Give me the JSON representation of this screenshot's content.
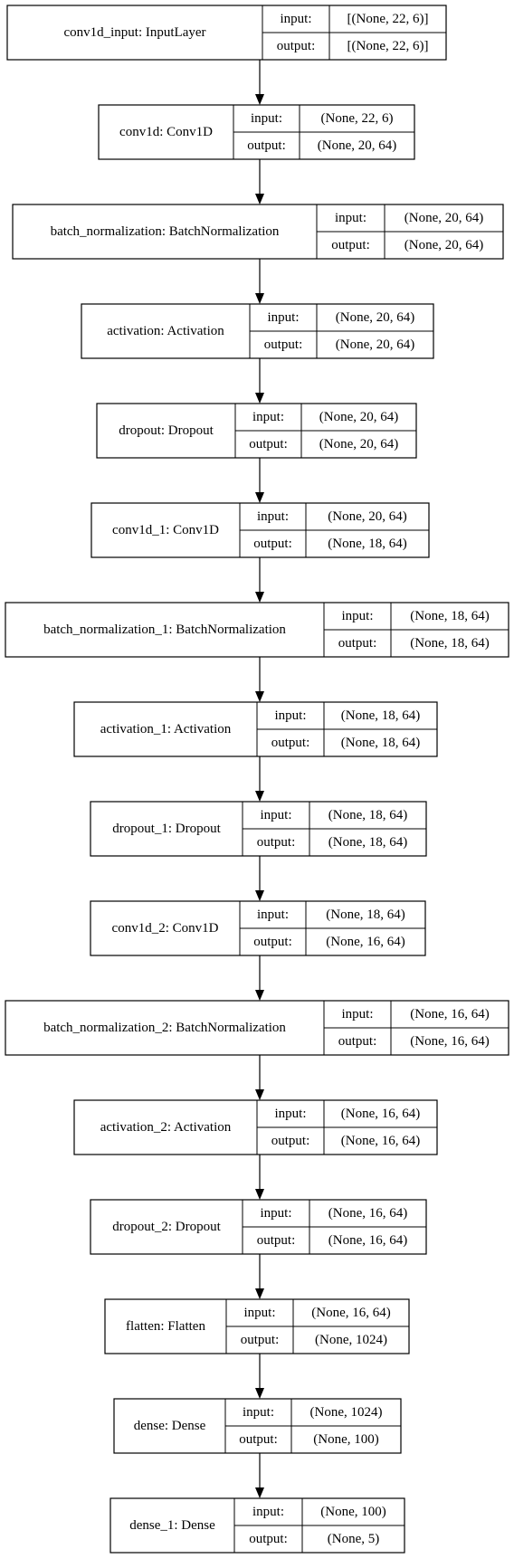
{
  "io_labels": {
    "input": "input:",
    "output": "output:"
  },
  "layers": [
    {
      "name": "conv1d_input: InputLayer",
      "input": "[(None, 22, 6)]",
      "output": "[(None, 22, 6)]"
    },
    {
      "name": "conv1d: Conv1D",
      "input": "(None, 22, 6)",
      "output": "(None, 20, 64)"
    },
    {
      "name": "batch_normalization: BatchNormalization",
      "input": "(None, 20, 64)",
      "output": "(None, 20, 64)"
    },
    {
      "name": "activation: Activation",
      "input": "(None, 20, 64)",
      "output": "(None, 20, 64)"
    },
    {
      "name": "dropout: Dropout",
      "input": "(None, 20, 64)",
      "output": "(None, 20, 64)"
    },
    {
      "name": "conv1d_1: Conv1D",
      "input": "(None, 20, 64)",
      "output": "(None, 18, 64)"
    },
    {
      "name": "batch_normalization_1: BatchNormalization",
      "input": "(None, 18, 64)",
      "output": "(None, 18, 64)"
    },
    {
      "name": "activation_1: Activation",
      "input": "(None, 18, 64)",
      "output": "(None, 18, 64)"
    },
    {
      "name": "dropout_1: Dropout",
      "input": "(None, 18, 64)",
      "output": "(None, 18, 64)"
    },
    {
      "name": "conv1d_2: Conv1D",
      "input": "(None, 18, 64)",
      "output": "(None, 16, 64)"
    },
    {
      "name": "batch_normalization_2: BatchNormalization",
      "input": "(None, 16, 64)",
      "output": "(None, 16, 64)"
    },
    {
      "name": "activation_2: Activation",
      "input": "(None, 16, 64)",
      "output": "(None, 16, 64)"
    },
    {
      "name": "dropout_2: Dropout",
      "input": "(None, 16, 64)",
      "output": "(None, 16, 64)"
    },
    {
      "name": "flatten: Flatten",
      "input": "(None, 16, 64)",
      "output": "(None, 1024)"
    },
    {
      "name": "dense: Dense",
      "input": "(None, 1024)",
      "output": "(None, 100)"
    },
    {
      "name": "dense_1: Dense",
      "input": "(None, 100)",
      "output": "(None, 5)"
    }
  ]
}
